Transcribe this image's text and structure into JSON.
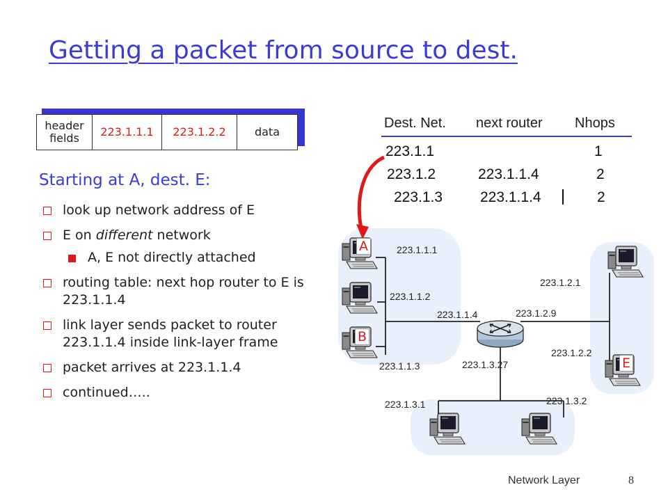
{
  "title": "Getting a packet from source to dest.",
  "packet": {
    "header_label": "header fields",
    "source_ip": "223.1.1.1",
    "dest_ip": "223.1.2.2",
    "data_label": "data"
  },
  "subtitle": "Starting at A, dest. E:",
  "bullets": [
    {
      "text": "look up network address of E",
      "level": 1
    },
    {
      "text_before": "E on ",
      "text_italic": "different",
      "text_after": " network",
      "level": 1
    },
    {
      "text": "A, E not directly attached",
      "level": 2
    },
    {
      "text": "routing table: next hop router to E is 223.1.1.4",
      "level": 1
    },
    {
      "text": "link layer sends packet to router 223.1.1.4 inside link-layer frame",
      "level": 1
    },
    {
      "text": "packet arrives at 223.1.1.4",
      "level": 1
    },
    {
      "text": "continued…..",
      "level": 1
    }
  ],
  "routing_table": {
    "headers": [
      "Dest. Net.",
      "next router",
      "Nhops"
    ],
    "rows": [
      {
        "dest": "223.1.1",
        "next": "",
        "hops": "1"
      },
      {
        "dest": "223.1.2",
        "next": "223.1.1.4",
        "hops": "2"
      },
      {
        "dest": "223.1.3",
        "next": "223.1.1.4",
        "hops": "2"
      }
    ]
  },
  "network": {
    "hosts": {
      "a": "A",
      "b": "B",
      "e": "E"
    },
    "ips": {
      "h1": "223.1.1.1",
      "h2": "223.1.1.2",
      "h3": "223.1.1.3",
      "r1": "223.1.1.4",
      "r2": "223.1.2.9",
      "r3": "223.1.3.27",
      "e1": "223.1.2.1",
      "e2": "223.1.2.2",
      "b1": "223.1.3.1",
      "b2": "223.1.3.2"
    }
  },
  "colors": {
    "title": "#3b3bd6",
    "accent_red": "#d81b1b",
    "network_bg": "#e8f1fb",
    "shadow": "#3535cf"
  },
  "footer": {
    "label": "Network Layer",
    "page": "8"
  }
}
